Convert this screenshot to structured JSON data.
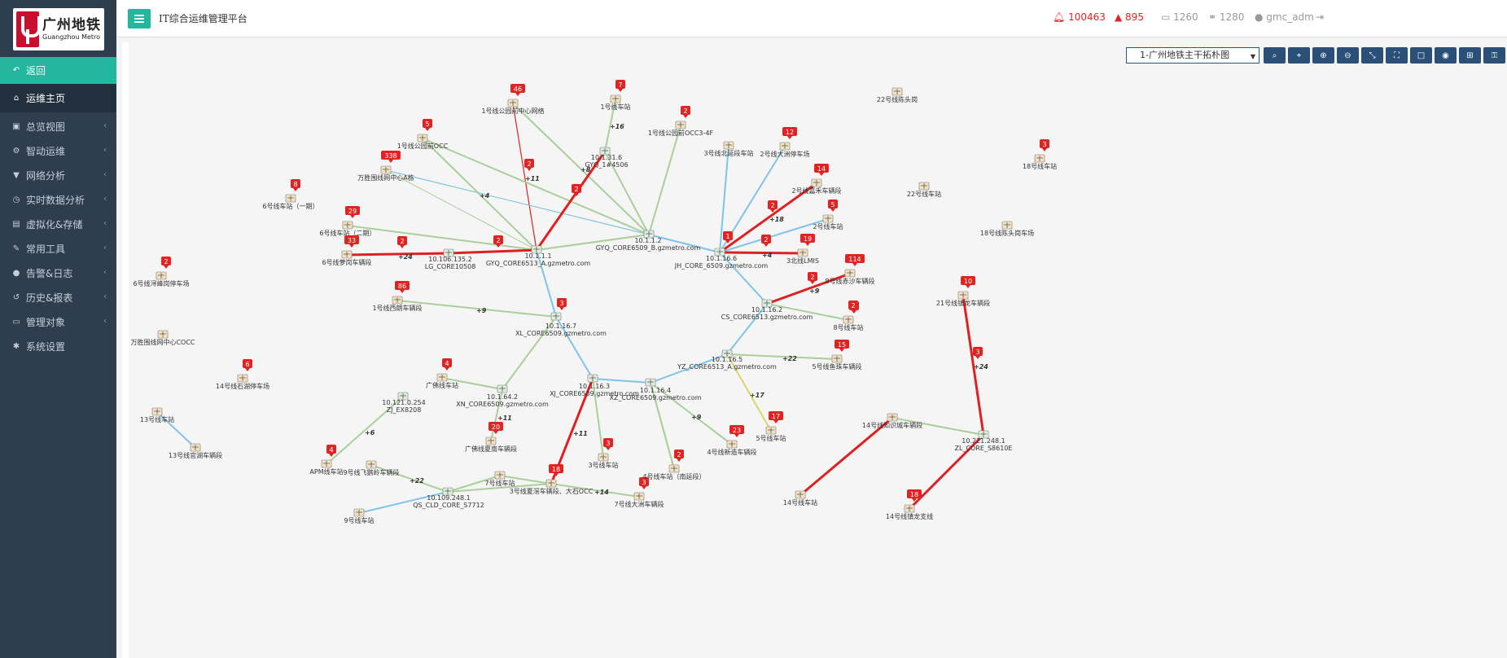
{
  "logo": {
    "cn": "广州地铁",
    "en": "Guangzhou Metro"
  },
  "sidebar": {
    "back_label": "返回",
    "home_label": "运维主页",
    "items": [
      {
        "label": "总览视图",
        "icon": "overview-icon"
      },
      {
        "label": "智动运维",
        "icon": "cogs-icon"
      },
      {
        "label": "网络分析",
        "icon": "filter-icon"
      },
      {
        "label": "实时数据分析",
        "icon": "clock-icon"
      },
      {
        "label": "虚拟化&存储",
        "icon": "storage-icon"
      },
      {
        "label": "常用工具",
        "icon": "wrench-icon"
      },
      {
        "label": "告警&日志",
        "icon": "bell-icon"
      },
      {
        "label": "历史&报表",
        "icon": "history-icon"
      },
      {
        "label": "管理对象",
        "icon": "drive-icon"
      },
      {
        "label": "系统设置",
        "icon": "gear-icon"
      }
    ]
  },
  "header": {
    "title": "IT综合运维管理平台",
    "alarm_count": "100463",
    "warning_count": "895",
    "device_count": "1260",
    "link_count": "1280",
    "username": "gmc_adm"
  },
  "toolbar": {
    "view_selected": "1-广州地铁主干拓朴图",
    "buttons": [
      "search-icon",
      "location-icon",
      "zoom-in-icon",
      "zoom-out-icon",
      "compress-icon",
      "fullscreen-icon",
      "square-icon",
      "eye-icon",
      "grid-icon",
      "unlock-icon"
    ]
  },
  "colors": {
    "sidebar": "#2e3e4e",
    "accent": "#23b7a0",
    "alarm": "#e02424",
    "link_red": "#e02020",
    "link_green": "#a9cf9a",
    "link_blue": "#7fc3ea",
    "link_yellow": "#dfd46a"
  },
  "topology": {
    "nodes": [
      {
        "id": "n1",
        "label": "1号线公园前中心网络",
        "badge": "46"
      },
      {
        "id": "n2",
        "label": "1号线车站",
        "badge": "7"
      },
      {
        "id": "n3",
        "label": "1号线公园前OCC3-4F",
        "badge": "2"
      },
      {
        "id": "n4",
        "label": "1号线公园前OCC",
        "badge": "5"
      },
      {
        "id": "n5",
        "label": "万胜围线网中心A栋",
        "badge": "338"
      },
      {
        "id": "n6",
        "label": "6号线车站（一期）",
        "badge": "8"
      },
      {
        "id": "n7",
        "label": "6号线车站（二期）",
        "badge": "29"
      },
      {
        "id": "n8",
        "label": "6号线萝岗车辆段",
        "badge": "33"
      },
      {
        "id": "n9",
        "label": "6号线浔峰岗停车场",
        "badge": "2"
      },
      {
        "id": "n10",
        "label": "1号线西朗车辆段",
        "badge": "86"
      },
      {
        "id": "n11",
        "label": "万胜围线网中心COCC",
        "badge": ""
      },
      {
        "id": "n12",
        "label": "14号线石湖停车场",
        "badge": "6"
      },
      {
        "id": "n13",
        "label": "13号线车站",
        "badge": ""
      },
      {
        "id": "n14",
        "label": "13号线官湖车辆段",
        "badge": ""
      },
      {
        "id": "n15",
        "label": "APM线车站",
        "badge": "4"
      },
      {
        "id": "n16",
        "label": "9号线飞鹅岭车辆段",
        "badge": ""
      },
      {
        "id": "n17",
        "label": "9号线车站",
        "badge": ""
      },
      {
        "id": "n18",
        "label": "广佛线车站",
        "badge": "4"
      },
      {
        "id": "n19",
        "label": "广佛线夏南车辆段",
        "badge": "20"
      },
      {
        "id": "n20",
        "label": "7号线车站",
        "badge": ""
      },
      {
        "id": "n21",
        "label": "3号线夏滘车辆段、大石OCC",
        "badge": "18"
      },
      {
        "id": "n22",
        "label": "7号线大洲车辆段",
        "badge": "3"
      },
      {
        "id": "n23",
        "label": "3号线车站",
        "badge": "3"
      },
      {
        "id": "n24",
        "label": "4号线车站（南延段）",
        "badge": "2"
      },
      {
        "id": "n25",
        "label": "4号线新造车辆段",
        "badge": "23"
      },
      {
        "id": "n26",
        "label": "5号线车站",
        "badge": "17"
      },
      {
        "id": "n27",
        "label": "5号线鱼珠车辆段",
        "badge": "15"
      },
      {
        "id": "n28",
        "label": "8号线车站",
        "badge": "2"
      },
      {
        "id": "n29",
        "label": "8号线赤沙车辆段",
        "badge": "114"
      },
      {
        "id": "n30",
        "label": "3北线LMIS",
        "badge": "19"
      },
      {
        "id": "n31",
        "label": "2号线车站",
        "badge": "5"
      },
      {
        "id": "n32",
        "label": "2号线嘉禾车辆段",
        "badge": "14"
      },
      {
        "id": "n33",
        "label": "2号线大洲停车场",
        "badge": "12"
      },
      {
        "id": "n34",
        "label": "3号线北延段车站",
        "badge": ""
      },
      {
        "id": "n35",
        "label": "22号线陈头岗",
        "badge": ""
      },
      {
        "id": "n36",
        "label": "22号线车站",
        "badge": ""
      },
      {
        "id": "n37",
        "label": "18号线车站",
        "badge": "3"
      },
      {
        "id": "n38",
        "label": "18号线陈头岗车场",
        "badge": ""
      },
      {
        "id": "n39",
        "label": "21号线镇龙车辆段",
        "badge": "10"
      },
      {
        "id": "n40",
        "label": "14号线镇龙支线",
        "badge": "18"
      },
      {
        "id": "n41",
        "label": "14号线车站",
        "badge": ""
      },
      {
        "id": "n42",
        "label": "14号线知识城车辆段",
        "badge": ""
      }
    ],
    "cores": [
      {
        "ip": "10.1.1.2",
        "name": "GYQ_CORE6509_B.gzmetro.com"
      },
      {
        "ip": "10.1.1.1",
        "name": "GYQ_CORE6513_A.gzmetro.com"
      },
      {
        "ip": "10.1.31.6",
        "name": "GYQ_1#4506"
      },
      {
        "ip": "10.106.135.2",
        "name": "LG_CORE10508"
      },
      {
        "ip": "10.1.16.6",
        "name": "JH_CORE_6509.gzmetro.com"
      },
      {
        "ip": "10.1.16.2",
        "name": "CS_CORE6513.gzmetro.com"
      },
      {
        "ip": "10.1.16.7",
        "name": "XL_CORE6509.gzmetro.com"
      },
      {
        "ip": "10.1.16.5",
        "name": "YZ_CORE6513_A.gzmetro.com"
      },
      {
        "ip": "10.1.16.3",
        "name": "XJ_CORE6509.gzmetro.com"
      },
      {
        "ip": "10.1.16.4",
        "name": "XZ_CORE6509.gzmetro.com"
      },
      {
        "ip": "10.1.64.2",
        "name": "XN_CORE6509.gzmetro.com"
      },
      {
        "ip": "10.121.0.254",
        "name": "ZJ_EX8208"
      },
      {
        "ip": "10.109.248.1",
        "name": "QS_CLD_CORE_S7712"
      },
      {
        "ip": "10.221.248.1",
        "name": "ZL_CORE_S8610E"
      }
    ],
    "link_labels": [
      "+16",
      "+8",
      "+11",
      "+4",
      "+24",
      "+18",
      "+4",
      "+9",
      "+9",
      "+22",
      "+17",
      "+9",
      "+11",
      "+11",
      "+6",
      "+22",
      "+14",
      "+24"
    ],
    "link_badges": [
      "2",
      "2",
      "2",
      "2",
      "2",
      "2",
      "2",
      "1",
      "3",
      "3",
      "2"
    ]
  }
}
